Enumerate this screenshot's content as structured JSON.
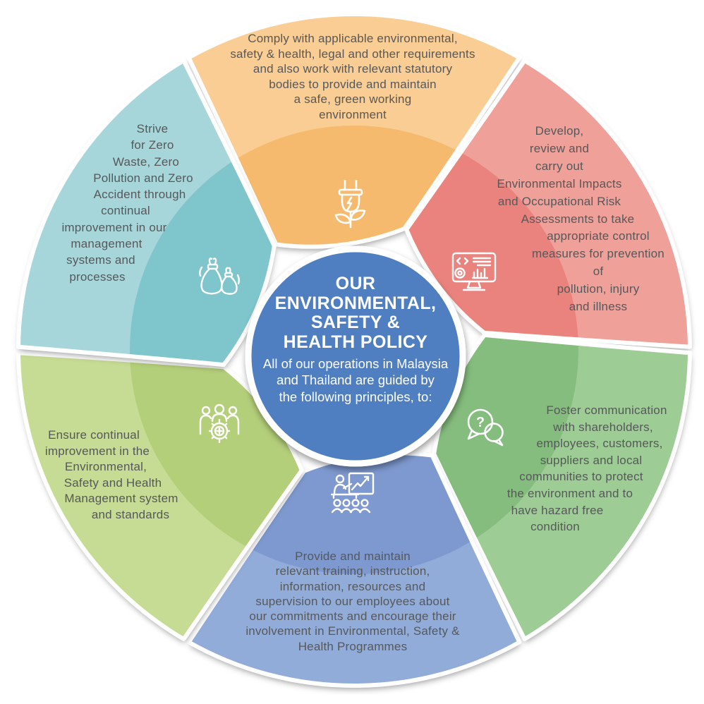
{
  "diagram": {
    "background": "#ffffff",
    "text_color": "#57585a",
    "center": {
      "fill": "#4f7ec1",
      "title_lines": [
        "OUR",
        "ENVIRONMENTAL,",
        "SAFETY &",
        "HEALTH POLICY"
      ],
      "subtitle_lines": [
        "All of our operations in Malaysia",
        "and Thailand are guided by",
        "the following principles, to:"
      ]
    },
    "petals": [
      {
        "id": "comply",
        "icon": "plug-leaf-icon",
        "color_outer": "#f9cd93",
        "color_inner": "#f6ba6e",
        "lines": [
          "Comply with applicable environmental,",
          "safety & health, legal and other requirements",
          "and also work with relevant statutory",
          "bodies to provide and maintain",
          "a safe, green working",
          "environment"
        ]
      },
      {
        "id": "develop",
        "icon": "monitor-analytics-icon",
        "color_outer": "#efa099",
        "color_inner": "#ea837d",
        "lines": [
          "Develop,",
          "review and",
          "carry out",
          "Environmental Impacts",
          "and Occupational Risk",
          "Assessments to take",
          "appropriate control",
          "measures for prevention",
          "of",
          "pollution, injury",
          "and illness"
        ]
      },
      {
        "id": "foster",
        "icon": "speech-bubbles-question-icon",
        "color_outer": "#9dcc95",
        "color_inner": "#85bd7e",
        "lines": [
          "Foster communication",
          "with shareholders,",
          "employees, customers,",
          "suppliers and local",
          "communities to protect",
          "the environment and to",
          "have hazard free",
          "condition"
        ]
      },
      {
        "id": "provide",
        "icon": "training-presentation-icon",
        "color_outer": "#92acda",
        "color_inner": "#7e99cf",
        "lines": [
          "Provide and maintain",
          "relevant training, instruction,",
          "information, resources and",
          "supervision to our employees about",
          "our commitments and encourage their",
          "involvement in Environmental, Safety &",
          "Health Programmes"
        ]
      },
      {
        "id": "ensure",
        "icon": "team-gear-icon",
        "color_outer": "#c6db93",
        "color_inner": "#b4cf7a",
        "lines": [
          "Ensure continual",
          "improvement in the",
          "Environmental,",
          "Safety and Health",
          "Management system",
          "and standards"
        ]
      },
      {
        "id": "strive",
        "icon": "waste-bags-icon",
        "color_outer": "#a7d6da",
        "color_inner": "#7fc5cc",
        "lines": [
          "Strive",
          "for Zero",
          "Waste, Zero",
          "Pollution and Zero",
          "Accident through",
          "continual",
          "improvement in our",
          "management",
          "systems and",
          "processes"
        ]
      }
    ],
    "question_mark": "?"
  }
}
